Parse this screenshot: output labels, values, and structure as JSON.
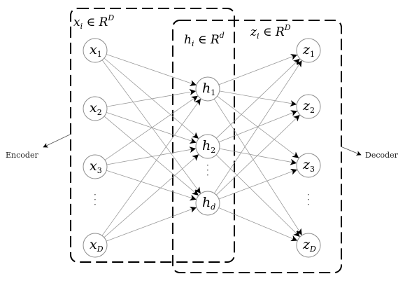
{
  "labels": {
    "encoder": "Encoder",
    "decoder": "Decoder",
    "set_x": {
      "var": "x",
      "sub": "i",
      "in": " ∈ ",
      "space": "R",
      "dim": "D"
    },
    "set_h": {
      "var": "h",
      "sub": "i",
      "in": " ∈ ",
      "space": "R",
      "dim": "d"
    },
    "set_z": {
      "var": "z",
      "sub": "i",
      "in": " ∈ ",
      "space": "R",
      "dim": "D"
    }
  },
  "layers": {
    "input": [
      {
        "id": "x1",
        "var": "x",
        "sub": "1",
        "sub_italic": false
      },
      {
        "id": "x2",
        "var": "x",
        "sub": "2",
        "sub_italic": false
      },
      {
        "id": "x3",
        "var": "x",
        "sub": "3",
        "sub_italic": false
      },
      {
        "id": "xD",
        "var": "x",
        "sub": "D",
        "sub_italic": true
      }
    ],
    "hidden": [
      {
        "id": "h1",
        "var": "h",
        "sub": "1",
        "sub_italic": false
      },
      {
        "id": "h2",
        "var": "h",
        "sub": "2",
        "sub_italic": false
      },
      {
        "id": "hd",
        "var": "h",
        "sub": "d",
        "sub_italic": true
      }
    ],
    "output": [
      {
        "id": "z1",
        "var": "z",
        "sub": "1",
        "sub_italic": false
      },
      {
        "id": "z2",
        "var": "z",
        "sub": "2",
        "sub_italic": false
      },
      {
        "id": "z3",
        "var": "z",
        "sub": "3",
        "sub_italic": false
      },
      {
        "id": "zD",
        "var": "z",
        "sub": "D",
        "sub_italic": true
      }
    ]
  },
  "ellipsis": "·\n·\n·",
  "colors": {
    "node_stroke": "#8c8c8c",
    "edge": "#9a9a9a",
    "box": "#000000",
    "arrowhead": "#000000"
  }
}
